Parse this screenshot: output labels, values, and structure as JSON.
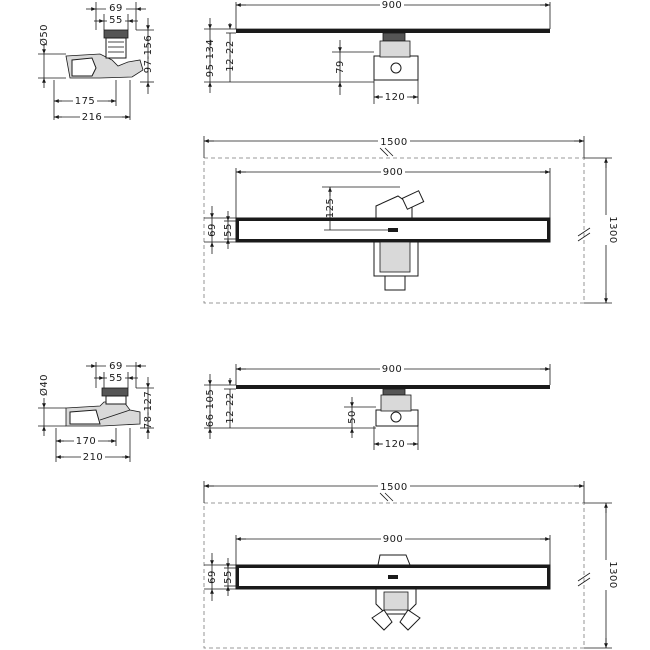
{
  "view1": {
    "side": {
      "outlet_diameter": "Ø50",
      "width_69": "69",
      "width_55": "55",
      "height_range": "97-156",
      "length_175": "175",
      "length_216": "216"
    },
    "front": {
      "length_900": "900",
      "height_range": "95-134",
      "height_small": "12-22",
      "depth_79": "79",
      "width_120": "120"
    },
    "top": {
      "overall_1500": "1500",
      "length_900": "900",
      "offset_125": "125",
      "width_69": "69",
      "width_55": "55",
      "overall_1300": "1300"
    }
  },
  "view2": {
    "side": {
      "outlet_diameter": "Ø40",
      "width_69": "69",
      "width_55": "55",
      "height_range": "78-127",
      "length_170": "170",
      "length_210": "210"
    },
    "front": {
      "length_900": "900",
      "height_range": "66-105",
      "height_small": "12-22",
      "depth_50": "50",
      "width_120": "120"
    },
    "top": {
      "overall_1500": "1500",
      "length_900": "900",
      "width_69": "69",
      "width_55": "55",
      "overall_1300": "1300"
    }
  },
  "colors": {
    "line": "#1a1a1a",
    "dashed": "#7a7a7a",
    "fill_grey": "#d9d9d9"
  }
}
